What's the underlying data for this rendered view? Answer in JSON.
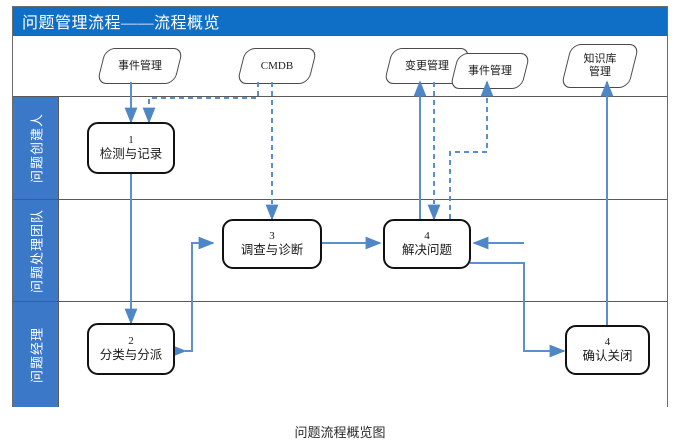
{
  "title": "问题管理流程——流程概览",
  "caption": "问题流程概览图",
  "colors": {
    "title_bar": "#0F6FC6",
    "lane_header": "#3C78C8",
    "connector": "#5B8FD0",
    "box_border": "#111111",
    "frame_border": "#6B6B6B"
  },
  "sources": [
    {
      "id": "incident-left",
      "label": "事件管理"
    },
    {
      "id": "cmdb",
      "label": "CMDB"
    },
    {
      "id": "change",
      "label": "变更管理"
    },
    {
      "id": "incident-right",
      "label": "事件管理"
    },
    {
      "id": "kb",
      "label": "知识库\n管理"
    }
  ],
  "lanes": [
    {
      "id": "creator",
      "label": "问题创建人"
    },
    {
      "id": "team",
      "label": "问题处理团队"
    },
    {
      "id": "manager",
      "label": "问题经理"
    }
  ],
  "steps": [
    {
      "id": "detect",
      "num": "1",
      "label": "检测与记录",
      "lane": "creator"
    },
    {
      "id": "classify",
      "num": "2",
      "label": "分类与分派",
      "lane": "manager"
    },
    {
      "id": "investigate",
      "num": "3",
      "label": "调查与诊断",
      "lane": "team"
    },
    {
      "id": "resolve",
      "num": "4",
      "label": "解决问题",
      "lane": "team"
    },
    {
      "id": "close",
      "num": "4",
      "label": "确认关闭",
      "lane": "manager"
    }
  ],
  "connections": [
    {
      "from": "incident-left",
      "to": "detect",
      "style": "solid",
      "direction": "one-way"
    },
    {
      "from": "cmdb",
      "to": "detect",
      "style": "dashed",
      "direction": "one-way"
    },
    {
      "from": "cmdb",
      "to": "investigate",
      "style": "dashed",
      "direction": "one-way"
    },
    {
      "from": "detect",
      "to": "classify",
      "style": "solid",
      "direction": "two-way"
    },
    {
      "from": "classify",
      "to": "investigate",
      "style": "solid",
      "direction": "two-way"
    },
    {
      "from": "investigate",
      "to": "resolve",
      "style": "solid",
      "direction": "one-way"
    },
    {
      "from": "resolve",
      "to": "change",
      "style": "solid",
      "direction": "one-way"
    },
    {
      "from": "change",
      "to": "resolve",
      "style": "dashed",
      "direction": "one-way"
    },
    {
      "from": "resolve",
      "to": "incident-right",
      "style": "dashed",
      "direction": "one-way"
    },
    {
      "from": "resolve",
      "to": "close",
      "style": "solid",
      "direction": "one-way"
    },
    {
      "from": "close",
      "to": "resolve",
      "style": "solid",
      "direction": "one-way"
    },
    {
      "from": "close",
      "to": "kb",
      "style": "solid",
      "direction": "one-way"
    }
  ]
}
